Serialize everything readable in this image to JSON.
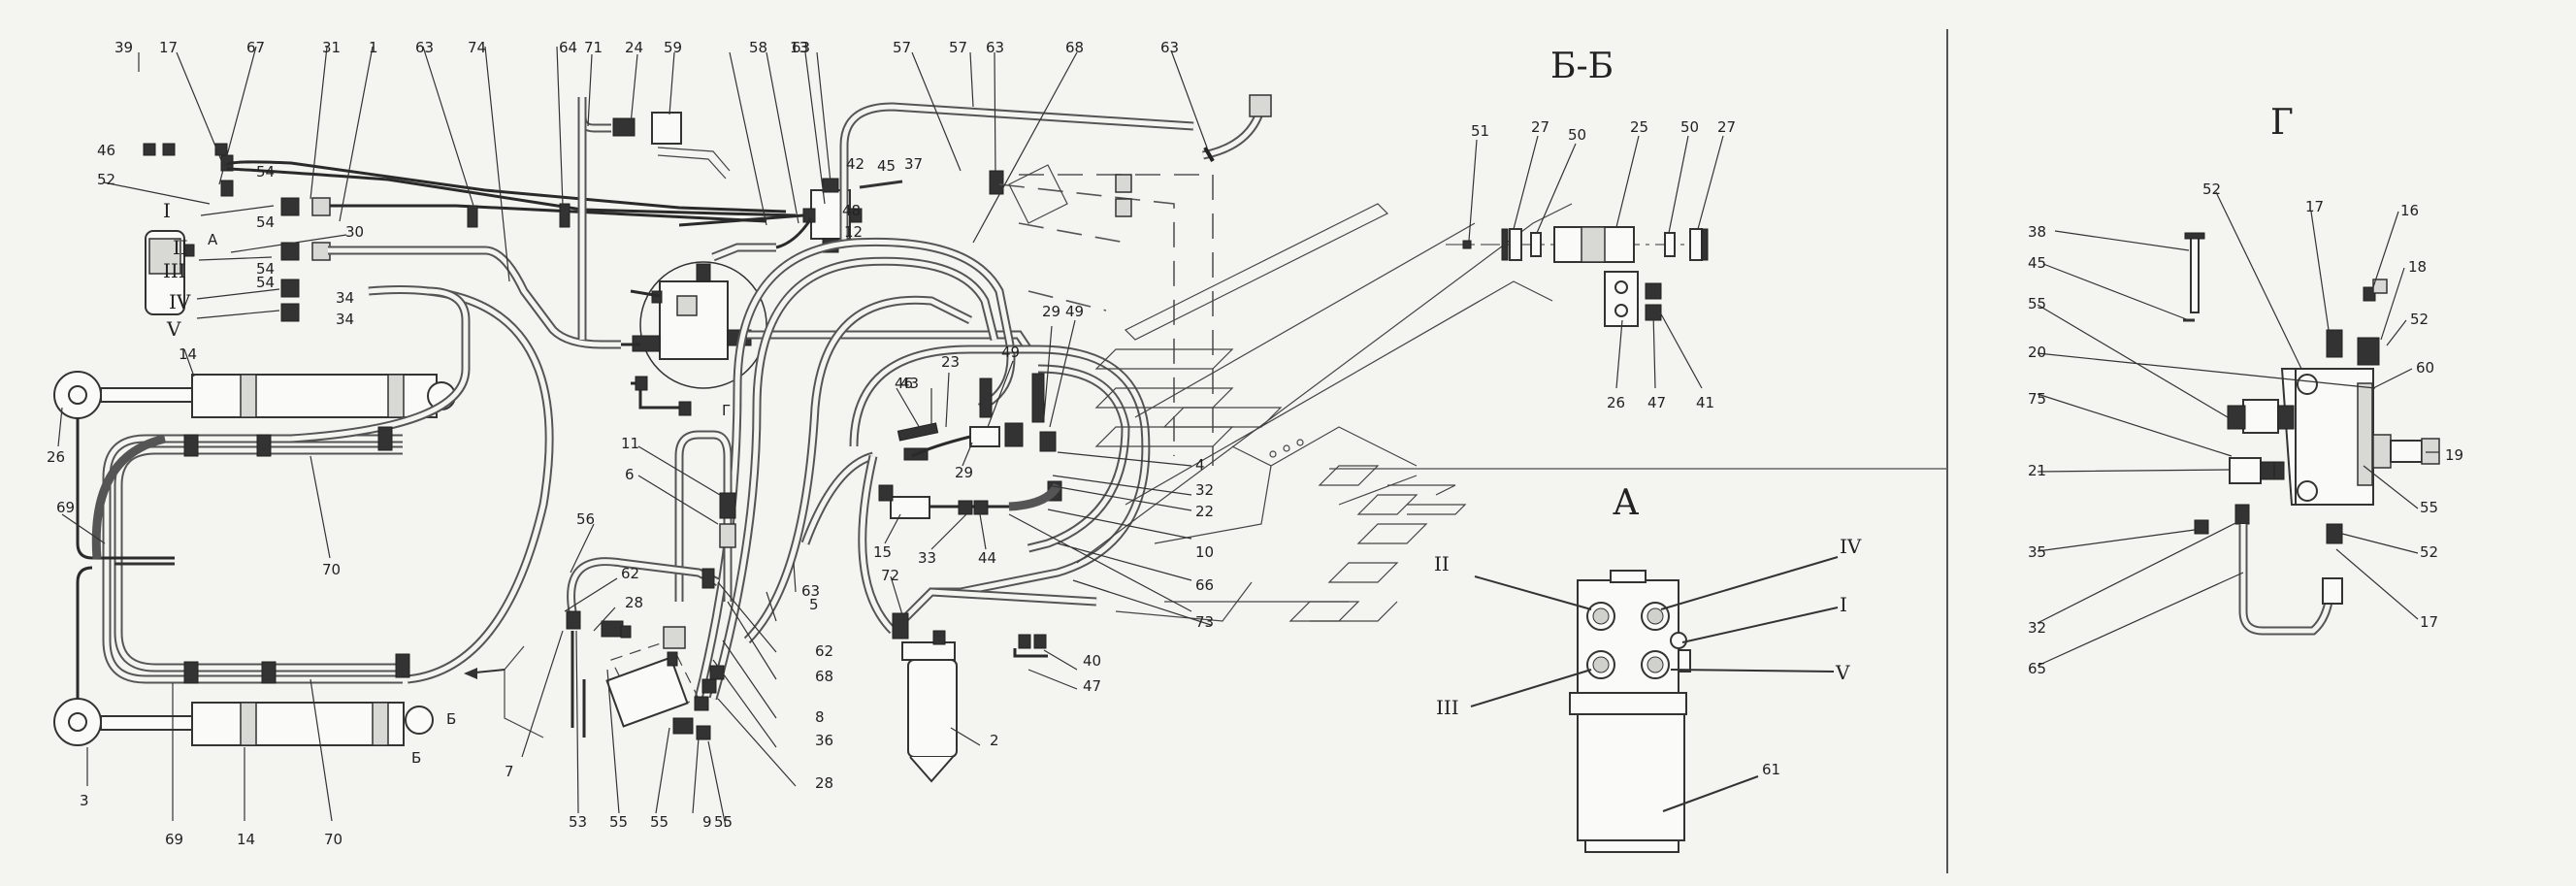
{
  "sections": {
    "bb": "Б-Б",
    "a": "А",
    "g": "Г"
  },
  "view_marks": {
    "a_arrow": "А",
    "b_top": "Б",
    "b_bottom": "Б",
    "g_mark": "Г"
  },
  "romans": {
    "I": "I",
    "II": "II",
    "III": "III",
    "IV": "IV",
    "V": "V"
  },
  "callouts": {
    "main": [
      "39",
      "17",
      "67",
      "31",
      "1",
      "63",
      "74",
      "64",
      "71",
      "24",
      "59",
      "58",
      "13",
      "63",
      "57",
      "57",
      "63",
      "68",
      "63",
      "46",
      "52",
      "54",
      "54",
      "54",
      "34",
      "54",
      "34",
      "30",
      "42",
      "45",
      "37",
      "48",
      "12",
      "14",
      "26",
      "69",
      "70",
      "3",
      "69",
      "14",
      "70",
      "11",
      "6",
      "56",
      "62",
      "28",
      "7",
      "53",
      "55",
      "55",
      "9",
      "55",
      "28",
      "36",
      "8",
      "68",
      "62",
      "5",
      "63",
      "43",
      "46",
      "23",
      "29",
      "49",
      "29",
      "49",
      "4",
      "32",
      "22",
      "10",
      "66",
      "73",
      "15",
      "33",
      "44",
      "72",
      "2",
      "40",
      "47"
    ],
    "bb": [
      "51",
      "27",
      "50",
      "25",
      "50",
      "27",
      "26",
      "47",
      "41"
    ],
    "a": [
      "II",
      "IV",
      "I",
      "III",
      "V",
      "61"
    ],
    "g": [
      "38",
      "52",
      "17",
      "16",
      "45",
      "18",
      "55",
      "52",
      "20",
      "60",
      "75",
      "19",
      "21",
      "55",
      "35",
      "52",
      "32",
      "17",
      "65"
    ]
  }
}
